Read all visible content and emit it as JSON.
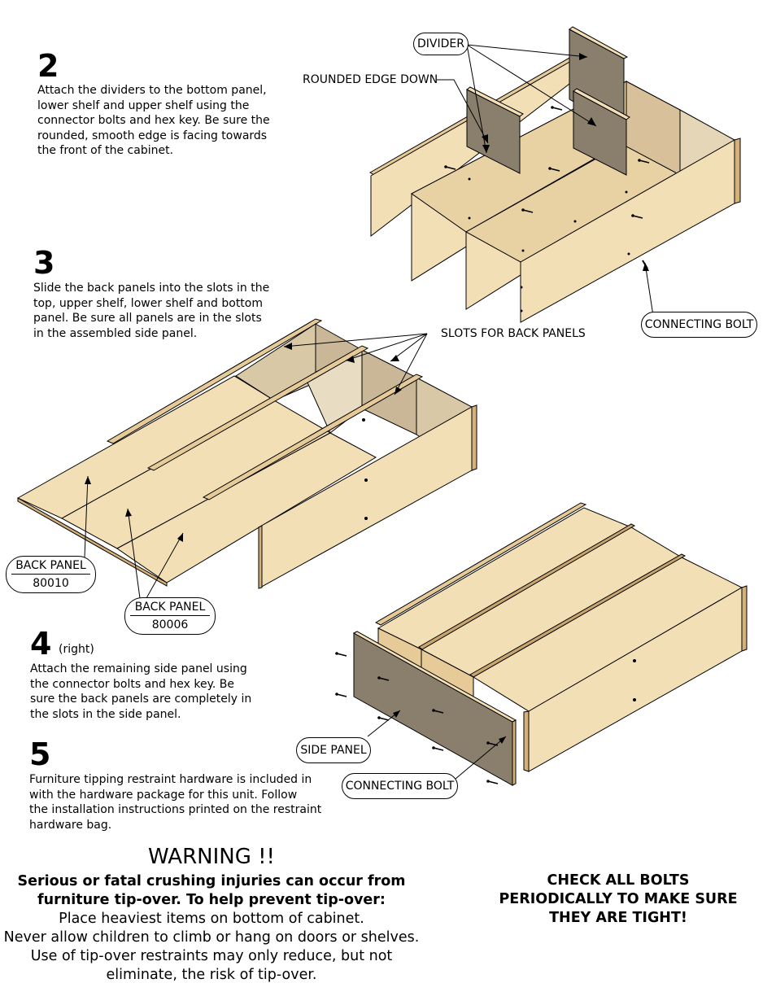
{
  "steps": {
    "s2": {
      "num": "2",
      "text": "Attach the dividers to the bottom panel,\nlower shelf and upper shelf using the\nconnector bolts and hex key.  Be sure the\nrounded, smooth edge is facing towards\nthe front of the cabinet."
    },
    "s3": {
      "num": "3",
      "text": "Slide the back panels into the slots in the\ntop, upper shelf, lower shelf and bottom\npanel.  Be sure all panels are in the slots\nin the assembled side panel."
    },
    "s4": {
      "num": "4",
      "note": "(right)",
      "text": "Attach the remaining side panel using\nthe connector bolts and hex key.  Be\nsure the back panels are completely in\nthe slots in the side panel."
    },
    "s5": {
      "num": "5",
      "text": "Furniture tipping restraint hardware is included in\nwith the hardware package for this unit.  Follow\nthe installation instructions printed on the restraint\nhardware bag."
    }
  },
  "labels": {
    "divider": "DIVIDER",
    "rounded_edge": "ROUNDED EDGE DOWN",
    "connecting_bolt_top": "CONNECTING BOLT",
    "slots": "SLOTS FOR BACK PANELS",
    "back_panel_1": {
      "name": "BACK PANEL",
      "part": "80010"
    },
    "back_panel_2": {
      "name": "BACK PANEL",
      "part": "80006"
    },
    "side_panel": "SIDE PANEL",
    "connecting_bolt_bottom": "CONNECTING BOLT"
  },
  "warning": {
    "title": "WARNING !!",
    "bold_1": "Serious or fatal crushing injuries can occur from",
    "bold_2": "furniture tip-over.  To help prevent tip-over:",
    "line_1": "Place heaviest items on bottom of cabinet.",
    "line_2": "Never allow children to climb or hang on doors or shelves.",
    "line_3": "Use of tip-over restraints may only reduce, but not",
    "line_4": "eliminate, the risk of tip-over."
  },
  "check_bolts": "CHECK ALL BOLTS\nPERIODICALLY TO MAKE SURE\nTHEY ARE TIGHT!",
  "colors": {
    "wood": "#f3dfb6",
    "wood_dark": "#e6cb98",
    "edge": "#d4b07a",
    "panel_grey": "#8a7f6c",
    "line": "#000000"
  }
}
